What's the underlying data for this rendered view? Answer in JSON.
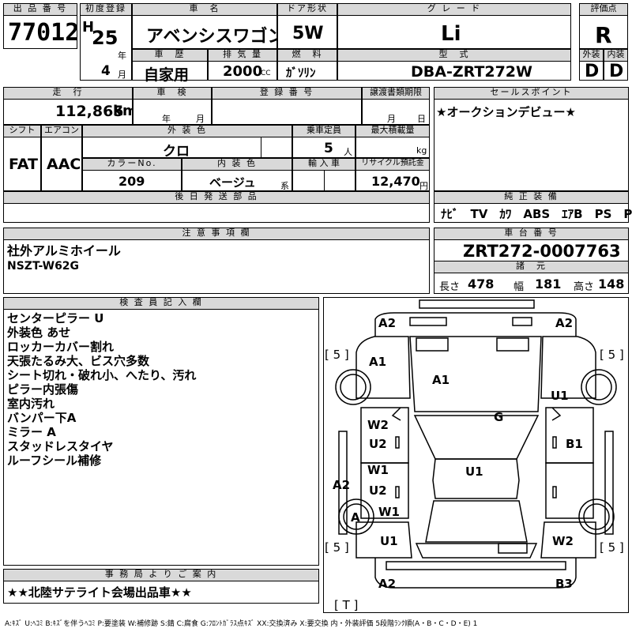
{
  "header": {
    "lot_label": "出 品 番 号",
    "lot_no": "77012",
    "first_reg_label": "初度登録",
    "era": "H",
    "year": "25",
    "year_unit": "年",
    "month": "4",
    "month_unit": "月",
    "car_name_label": "車　名",
    "car_name": "アベンシスワゴン",
    "doors_label": "ドア形状",
    "doors": "5W",
    "grade_label": "グ レ ー ド",
    "grade": "Li",
    "score_label": "評価点",
    "score": "R",
    "history_label": "車　歴",
    "history": "自家用",
    "displacement_label": "排 気 量",
    "displacement": "2000",
    "cc": "CC",
    "fuel_label": "燃　料",
    "fuel": "ｶﾞｿﾘﾝ",
    "model_label": "型　式",
    "model": "DBA-ZRT272W",
    "exterior_label": "外装",
    "exterior": "D",
    "interior_label": "内装",
    "interior": "D"
  },
  "row2": {
    "mileage_label": "走　行",
    "mileage": "112,865",
    "km": "km",
    "inspection_label": "車　検",
    "insp_year": "年",
    "insp_month": "月",
    "plate_label": "登 録 番 号",
    "transfer_label": "譲渡書類期限",
    "transfer_month": "月",
    "transfer_day": "日",
    "sales_label": "セールスポイント",
    "sales_point": "★オークションデビュー★",
    "shift_label": "シフト",
    "shift": "FAT",
    "ac_label": "エアコン",
    "ac": "AAC",
    "color_label": "外 装 色",
    "color": "クロ",
    "capacity_label": "乗車定員",
    "capacity": "5",
    "person": "人",
    "load_label": "最大積載量",
    "kg": "kg",
    "color_no_label": "カラーNo.",
    "color_no": "209",
    "int_color_label": "内 装 色",
    "int_color": "ベージュ",
    "kei": "系",
    "import_label": "輸 入 車",
    "recycle_label": "リサイクル預託金",
    "recycle": "12,470",
    "yen": "円",
    "later_parts_label": "後 日 発 送 部 品",
    "equip_label": "純 正 装 備",
    "equipment": "ﾅﾋﾞ　TV　ｶﾜ　ABS　ｴｱB　PS　PW"
  },
  "notes": {
    "caution_label": "注 意 事 項 欄",
    "caution_lines": [
      "社外アルミホイール",
      "NSZT-W62G"
    ],
    "chassis_label": "車 台 番 号",
    "chassis_no": "ZRT272-0007763",
    "spec_label": "諸　元",
    "length_label": "長さ",
    "length": "478",
    "width_label": "幅",
    "width": "181",
    "height_label": "高さ",
    "height": "148"
  },
  "inspector": {
    "label": "検 査 員 記 入 欄",
    "lines": [
      "センターピラー U",
      "外装色 あせ",
      "ロッカーカバー割れ",
      "天張たるみ大、ビス穴多数",
      "シート切れ・破れ小、へたり、汚れ",
      "ピラー内張傷",
      "室内汚れ",
      "バンパー下A",
      "ミラー A",
      "スタッドレスタイヤ",
      "ルーフシール補修"
    ]
  },
  "office": {
    "label": "事 務 局 よ り ご 案 内",
    "message": "★★北陸サテライト会場出品車★★"
  },
  "diagram": {
    "marks": [
      "A2",
      "A2",
      "A1",
      "A1",
      "U1",
      "G",
      "W2",
      "U2",
      "B1",
      "W1",
      "U2",
      "A2",
      "U1",
      "A",
      "W1",
      "U1",
      "W2",
      "A2",
      "B3"
    ],
    "tires": [
      "[ 5 ]",
      "[ 5 ]",
      "[ 5 ]",
      "[ 5 ]"
    ],
    "spare": "[ T ]"
  },
  "legend": "A:ｷｽﾞ  U:ﾍｺﾐ  B:ｷｽﾞを伴うﾍｺﾐ  P:要塗装  W:補修跡  S:錆  C:腐食  G:ﾌﾛﾝﾄｶﾞﾗｽ点ｷｽﾞ  XX:交換済み  X:要交換  内・外装評価  5段階ﾗﾝｸ順(A・B・C・D・E)  1"
}
